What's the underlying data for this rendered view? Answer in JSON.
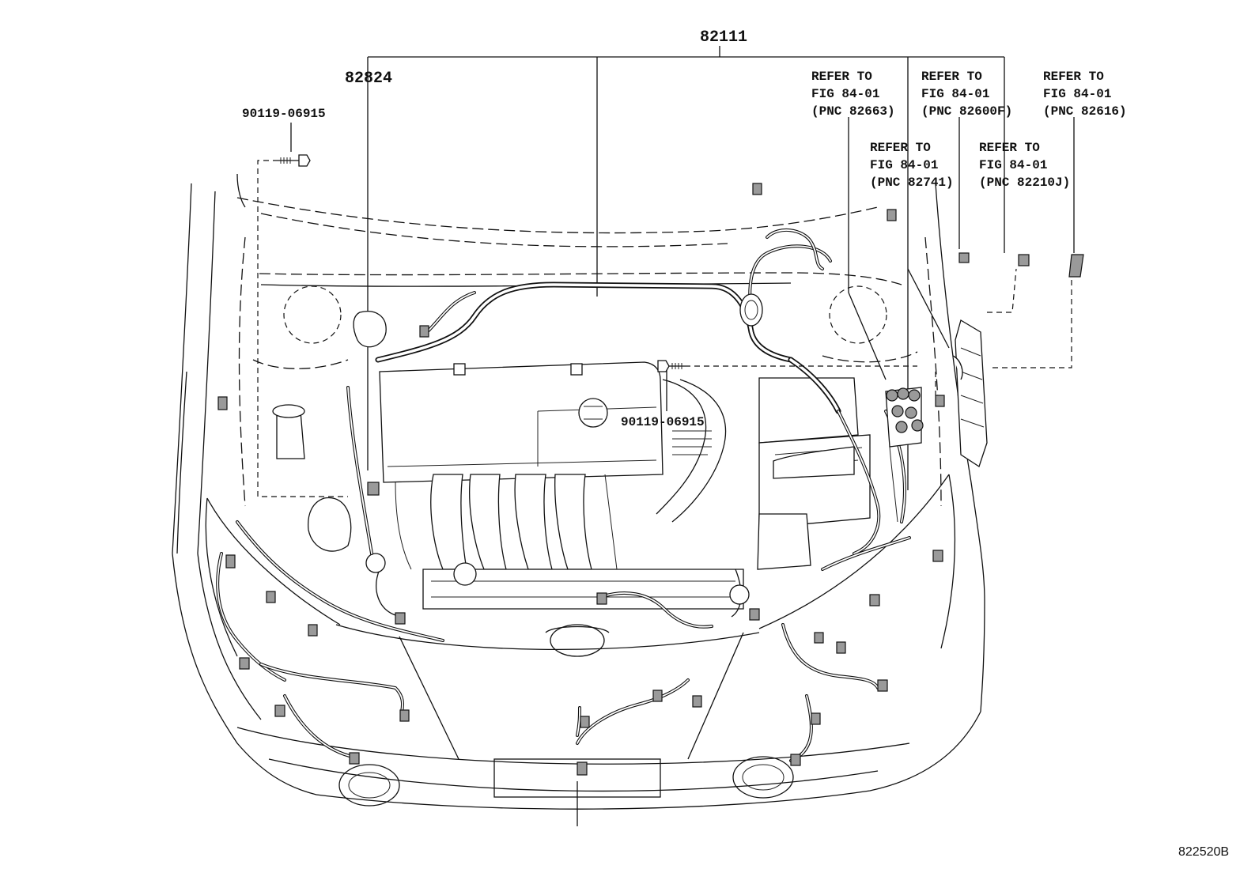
{
  "callouts": {
    "harness_main": "82111",
    "harness_sub": "82824",
    "bolt_upper": "90119-06915",
    "bolt_center": "90119-06915"
  },
  "refer_notes": [
    {
      "line1": "REFER TO",
      "line2": "FIG 84-01",
      "line3": "(PNC 82663)"
    },
    {
      "line1": "REFER TO",
      "line2": "FIG 84-01",
      "line3": "(PNC 82600F)"
    },
    {
      "line1": "REFER TO",
      "line2": "FIG 84-01",
      "line3": "(PNC 82616)"
    },
    {
      "line1": "REFER TO",
      "line2": "FIG 84-01",
      "line3": "(PNC 82741)"
    },
    {
      "line1": "REFER TO",
      "line2": "FIG 84-01",
      "line3": "(PNC 82210J)"
    }
  ],
  "figure_id": "822520B",
  "icons": [
    "bolt-icon",
    "connector-icon",
    "relay-block-icon",
    "ecu-bracket-icon"
  ]
}
